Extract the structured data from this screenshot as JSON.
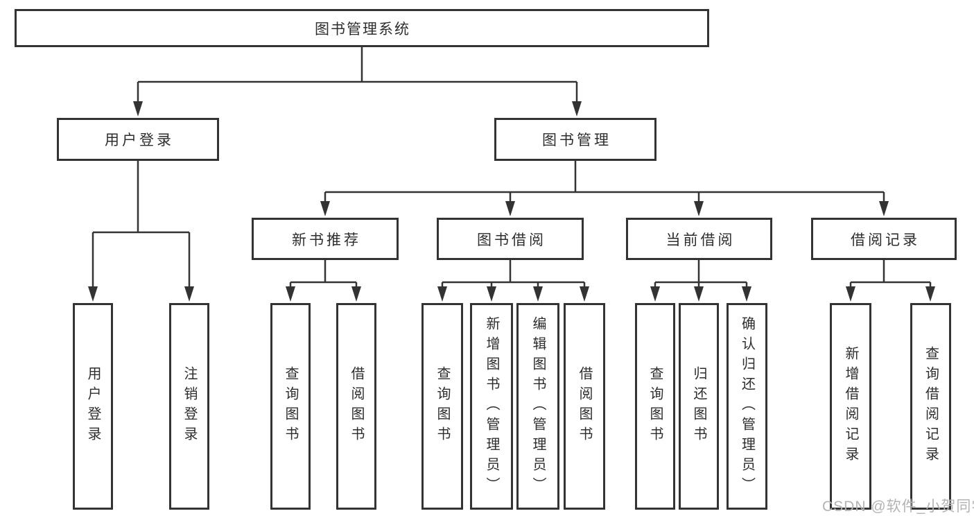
{
  "colors": {
    "line": "#333333",
    "box_border": "#333333",
    "text": "#2d2d2d",
    "background": "#ffffff",
    "watermark": "#b3b3b3"
  },
  "watermark": {
    "text": "CSDN @软件_小贺同学"
  },
  "tree": {
    "root": {
      "label": "图书管理系统"
    },
    "branches": [
      {
        "label": "用户登录",
        "children": [
          {
            "label": "用户登录"
          },
          {
            "label": "注销登录"
          }
        ]
      },
      {
        "label": "图书管理",
        "children": [
          {
            "label": "新书推荐",
            "children": [
              {
                "label": "查询图书"
              },
              {
                "label": "借阅图书"
              }
            ]
          },
          {
            "label": "图书借阅",
            "children": [
              {
                "label": "查询图书"
              },
              {
                "label": "新增图书（管理员）"
              },
              {
                "label": "编辑图书（管理员）"
              },
              {
                "label": "借阅图书"
              }
            ]
          },
          {
            "label": "当前借阅",
            "children": [
              {
                "label": "查询图书"
              },
              {
                "label": "归还图书"
              },
              {
                "label": "确认归还（管理员）"
              }
            ]
          },
          {
            "label": "借阅记录",
            "children": [
              {
                "label": "新增借阅记录"
              },
              {
                "label": "查询借阅记录"
              }
            ]
          }
        ]
      }
    ]
  }
}
